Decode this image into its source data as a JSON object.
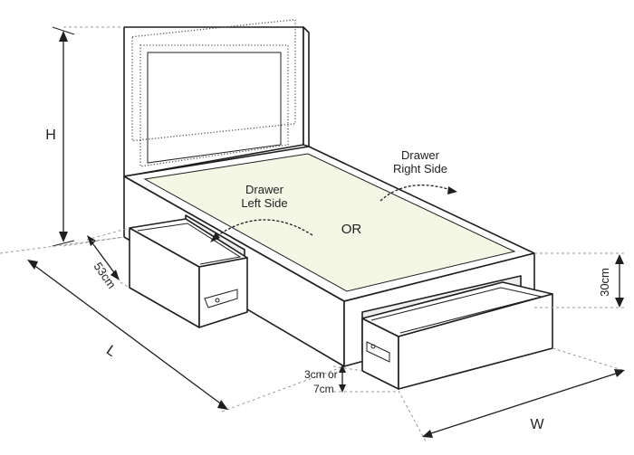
{
  "labels": {
    "height": "H",
    "length": "L",
    "width": "W",
    "drawer_depth": "53cm",
    "base_height": "30cm",
    "leg_gap_line1": "3cm or",
    "leg_gap_line2": "7cm",
    "drawer_left_line1": "Drawer",
    "drawer_left_line2": "Left Side",
    "drawer_right_line1": "Drawer",
    "drawer_right_line2": "Right Side",
    "or": "OR"
  },
  "colors": {
    "line": "#1f1f1f",
    "mattress": "#f4f6e6",
    "dash": "#9a9a9a"
  }
}
